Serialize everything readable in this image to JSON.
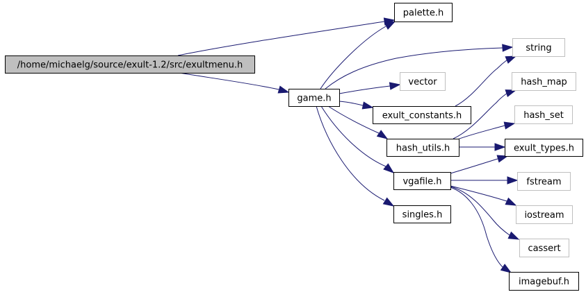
{
  "diagram": {
    "type": "include-dependency-graph",
    "colors": {
      "edge": "#191970",
      "root_fill": "#bfbfbf",
      "documented_border": "#000000",
      "undocumented_border": "#bfbfbf",
      "node_fill": "#ffffff"
    },
    "nodes": [
      {
        "id": "root",
        "label": "/home/michaelg/source/exult-1.2/src/exultmenu.h",
        "kind": "root"
      },
      {
        "id": "palette",
        "label": "palette.h",
        "kind": "documented"
      },
      {
        "id": "string",
        "label": "string",
        "kind": "external"
      },
      {
        "id": "vector",
        "label": "vector",
        "kind": "external"
      },
      {
        "id": "game",
        "label": "game.h",
        "kind": "documented"
      },
      {
        "id": "exult_constants",
        "label": "exult_constants.h",
        "kind": "documented"
      },
      {
        "id": "hash_map",
        "label": "hash_map",
        "kind": "external"
      },
      {
        "id": "hash_set",
        "label": "hash_set",
        "kind": "external"
      },
      {
        "id": "hash_utils",
        "label": "hash_utils.h",
        "kind": "documented"
      },
      {
        "id": "exult_types",
        "label": "exult_types.h",
        "kind": "documented"
      },
      {
        "id": "vgafile",
        "label": "vgafile.h",
        "kind": "documented"
      },
      {
        "id": "fstream",
        "label": "fstream",
        "kind": "external"
      },
      {
        "id": "singles",
        "label": "singles.h",
        "kind": "documented"
      },
      {
        "id": "iostream",
        "label": "iostream",
        "kind": "external"
      },
      {
        "id": "cassert",
        "label": "cassert",
        "kind": "external"
      },
      {
        "id": "imagebuf",
        "label": "imagebuf.h",
        "kind": "documented"
      }
    ],
    "edges": [
      {
        "from": "root",
        "to": "palette"
      },
      {
        "from": "root",
        "to": "game"
      },
      {
        "from": "game",
        "to": "palette"
      },
      {
        "from": "game",
        "to": "string"
      },
      {
        "from": "game",
        "to": "vector"
      },
      {
        "from": "game",
        "to": "exult_constants"
      },
      {
        "from": "game",
        "to": "hash_utils"
      },
      {
        "from": "game",
        "to": "vgafile"
      },
      {
        "from": "game",
        "to": "singles"
      },
      {
        "from": "exult_constants",
        "to": "string"
      },
      {
        "from": "hash_utils",
        "to": "hash_map"
      },
      {
        "from": "hash_utils",
        "to": "hash_set"
      },
      {
        "from": "hash_utils",
        "to": "exult_types"
      },
      {
        "from": "vgafile",
        "to": "exult_types"
      },
      {
        "from": "vgafile",
        "to": "fstream"
      },
      {
        "from": "vgafile",
        "to": "iostream"
      },
      {
        "from": "vgafile",
        "to": "cassert"
      },
      {
        "from": "vgafile",
        "to": "imagebuf"
      }
    ]
  }
}
